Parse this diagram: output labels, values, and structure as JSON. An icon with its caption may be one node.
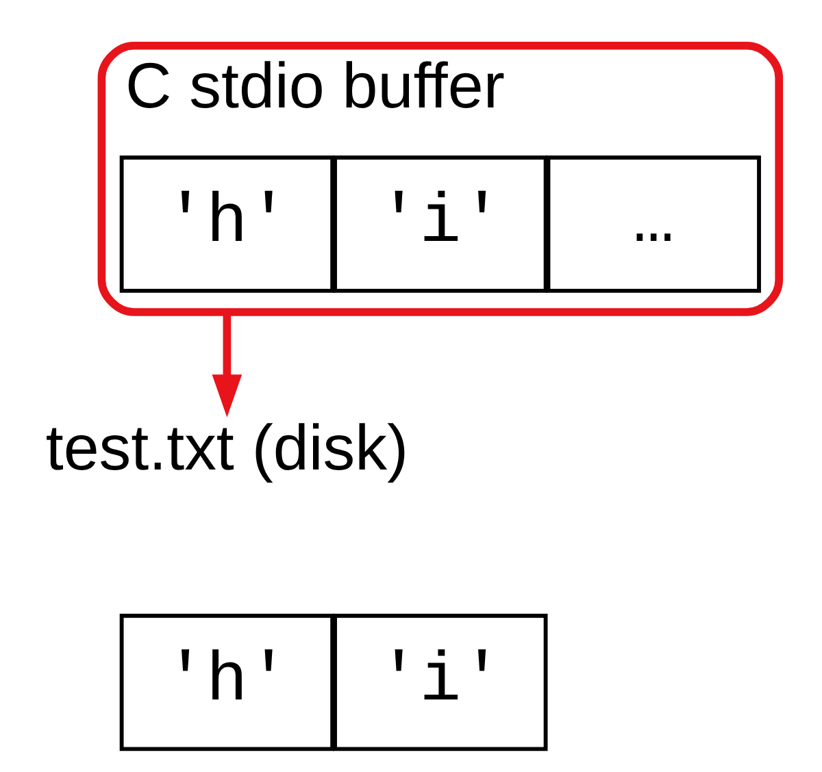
{
  "diagram": {
    "nodes": [
      {
        "text": [
          "C stdio buffer"
        ]
      },
      {
        "text": [
          "'h'"
        ],
        "in": 0
      },
      {
        "text": [
          "'i'"
        ],
        "in": 0
      },
      {
        "text": [
          "…"
        ],
        "in": 0
      },
      {
        "text": [
          "test.txt (disk)"
        ]
      },
      {
        "text": [
          "'h'"
        ]
      },
      {
        "text": [
          "'i'"
        ]
      }
    ],
    "edges": [
      {
        "from": 0,
        "to": 4,
        "arrow": "to",
        "color": "#e8141b"
      }
    ]
  }
}
